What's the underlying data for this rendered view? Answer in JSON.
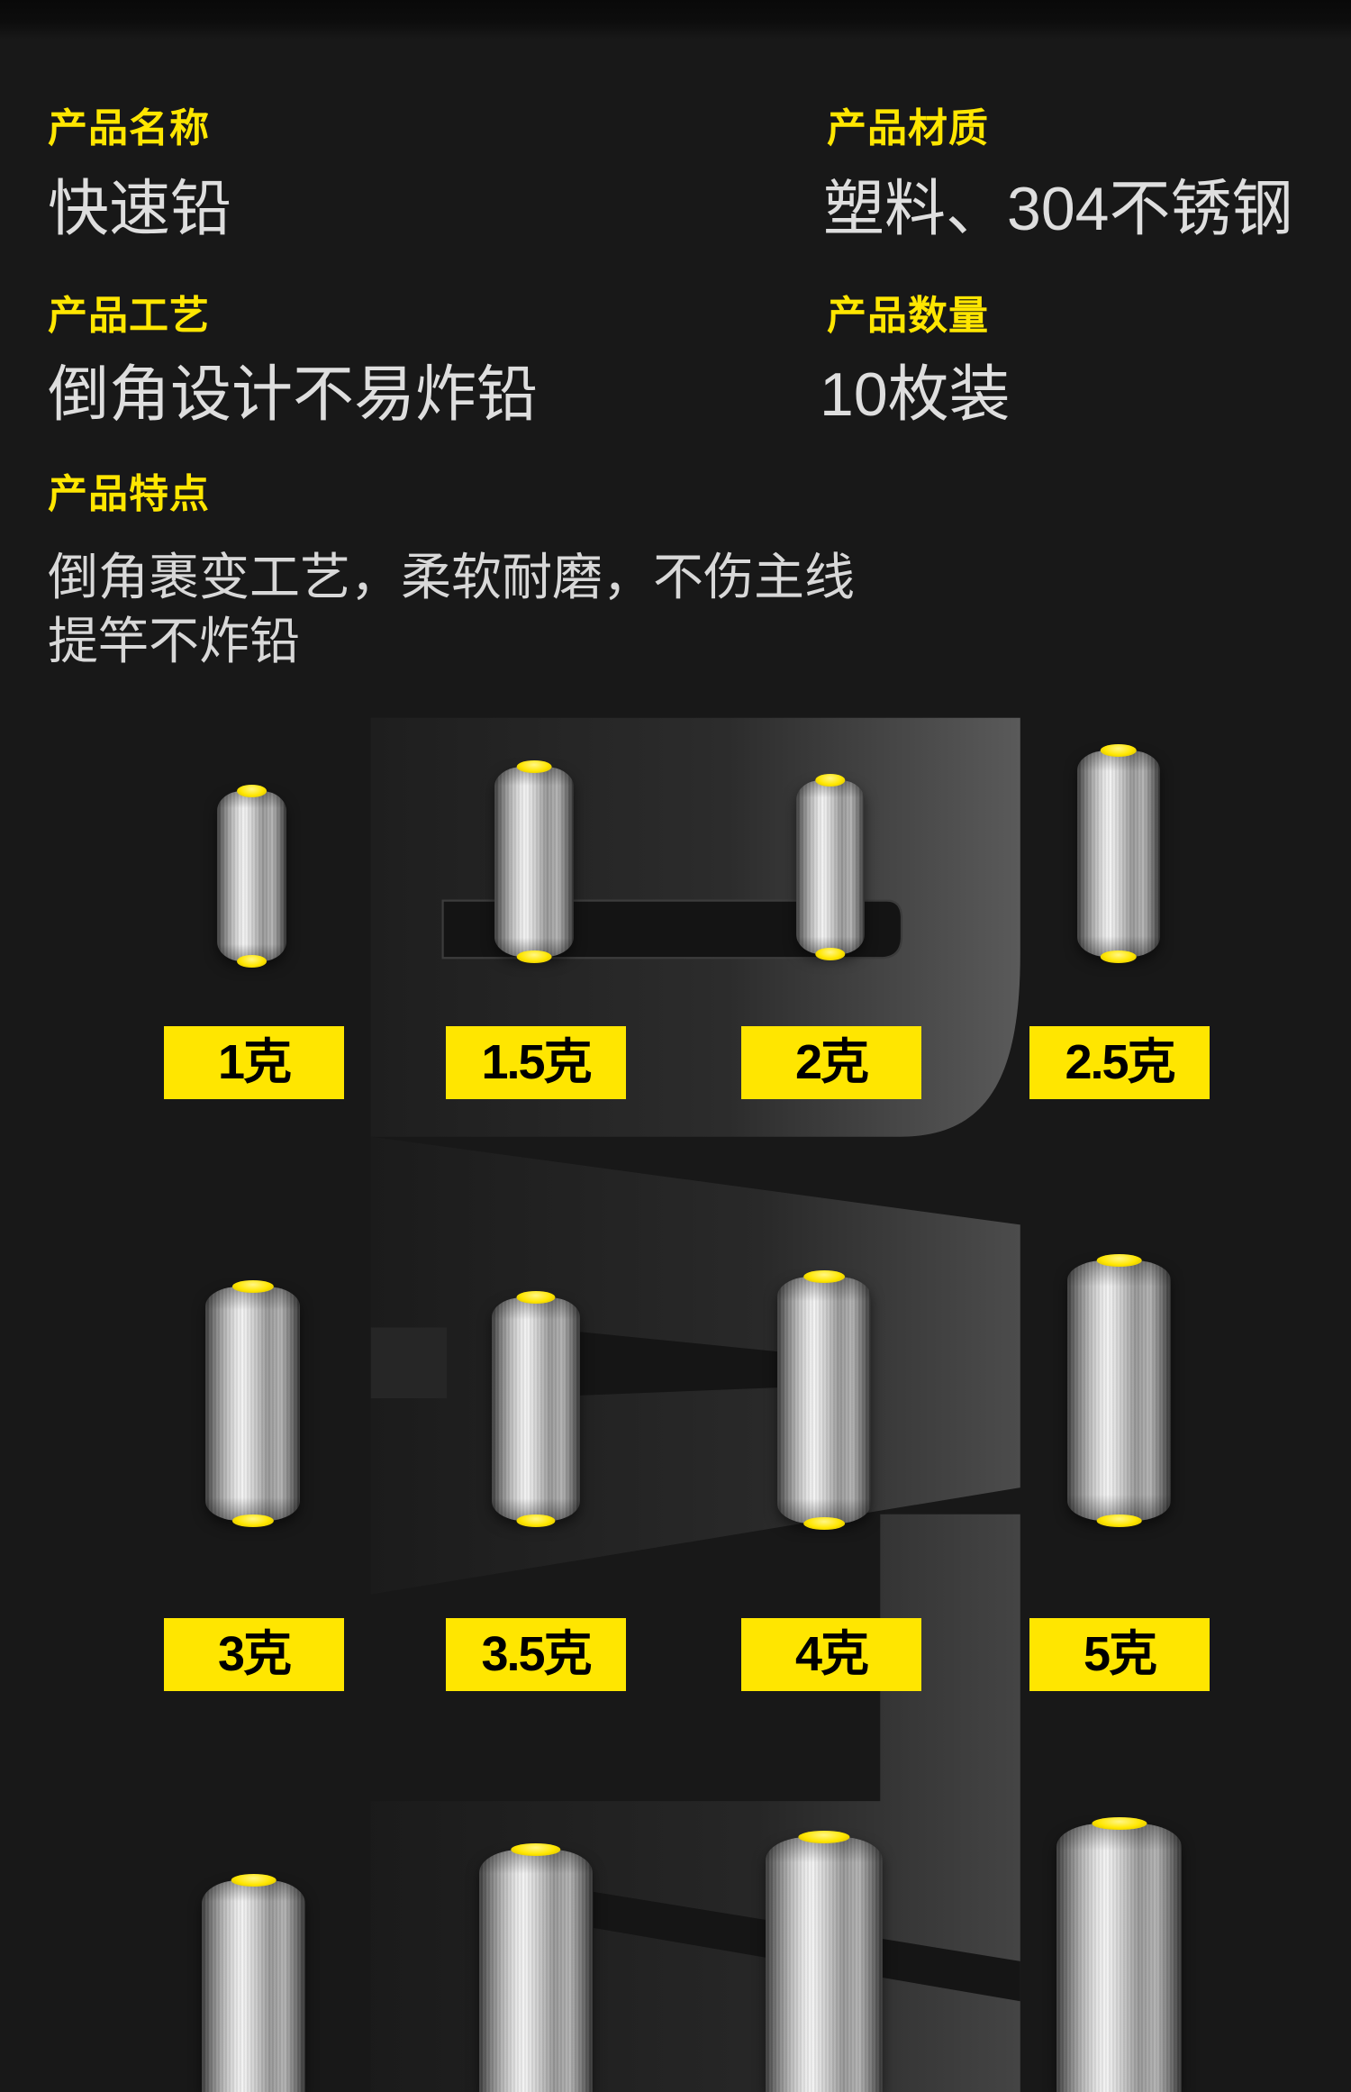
{
  "specs": {
    "name": {
      "label": "产品名称",
      "value": "快速铅"
    },
    "material": {
      "label": "产品材质",
      "value": "塑料、304不锈钢"
    },
    "craft": {
      "label": "产品工艺",
      "value": "倒角设计不易炸铅"
    },
    "quantity": {
      "label": "产品数量",
      "value": "10枚装"
    },
    "features": {
      "label": "产品特点",
      "lines": [
        "倒角裹变工艺，柔软耐磨，不伤主线",
        "提竿不炸铅"
      ]
    }
  },
  "weights": [
    "1克",
    "1.5克",
    "2克",
    "2.5克",
    "3克",
    "3.5克",
    "4克",
    "5克"
  ],
  "colors": {
    "accent": "#FFE600",
    "background": "#181818",
    "value_text": "#DEDEDE",
    "weight_label_text": "#000000"
  }
}
